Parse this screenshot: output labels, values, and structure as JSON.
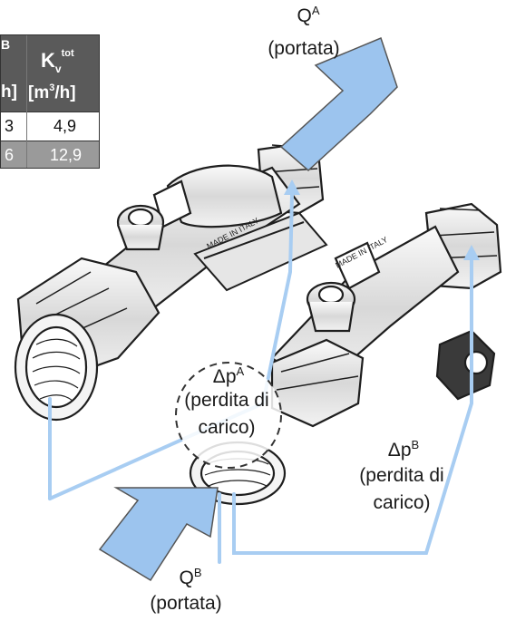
{
  "table": {
    "header_col1_top": "B",
    "header_col1_bottom": "h]",
    "header_col2_symbol": "K",
    "header_col2_sub": "v",
    "header_col2_sup": "tot",
    "header_col2_unit_pre": "[m",
    "header_col2_unit_exp": "3",
    "header_col2_unit_post": "/h]",
    "rows": [
      {
        "col1": "3",
        "col2": "4,9"
      },
      {
        "col1": "6",
        "col2": "12,9"
      }
    ]
  },
  "labels": {
    "qa_symbol": "Q",
    "qa_sup": "A",
    "qa_desc": "(portata)",
    "qb_symbol": "Q",
    "qb_sup": "B",
    "qb_desc": "(portata)",
    "dpa_symbol": "Δp",
    "dpa_sup": "A",
    "dpa_line1": "(perdita di",
    "dpa_line2": "carico)",
    "dpb_symbol": "Δp",
    "dpb_sup": "B",
    "dpb_line1": "(perdita di",
    "dpb_line2": "carico)"
  },
  "product_markings": {
    "valve_a_text": "MADE IN ITALY",
    "valve_b_text": "MADE IN ITALY"
  },
  "colors": {
    "arrow_fill": "#9cc4ee",
    "arrow_stroke": "#555555",
    "flow_line": "#a8cdf2",
    "table_header": "#5a5a5a",
    "table_row_alt": "#9a9a9a"
  }
}
